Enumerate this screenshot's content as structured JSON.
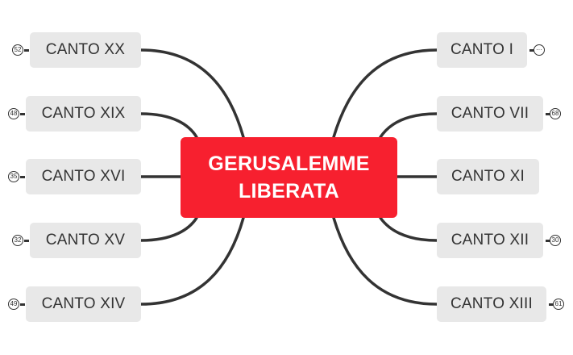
{
  "mindmap": {
    "central_topic": {
      "line1": "GERUSALEMME",
      "line2": "LIBERATA",
      "color": "#F7202F"
    },
    "left_branches": [
      {
        "label": "CANTO XX",
        "badge": "52"
      },
      {
        "label": "CANTO XIX",
        "badge": "48"
      },
      {
        "label": "CANTO XVI",
        "badge": "35"
      },
      {
        "label": "CANTO XV",
        "badge": "32"
      },
      {
        "label": "CANTO XIV",
        "badge": "49"
      }
    ],
    "right_branches": [
      {
        "label": "CANTO I",
        "badge": "···"
      },
      {
        "label": "CANTO VII",
        "badge": "68"
      },
      {
        "label": "CANTO XI",
        "badge": ""
      },
      {
        "label": "CANTO XII",
        "badge": "30"
      },
      {
        "label": "CANTO XIII",
        "badge": "61"
      }
    ],
    "colors": {
      "node_background": "#E8E8E8",
      "node_text": "#333333",
      "connector": "#333333"
    }
  }
}
